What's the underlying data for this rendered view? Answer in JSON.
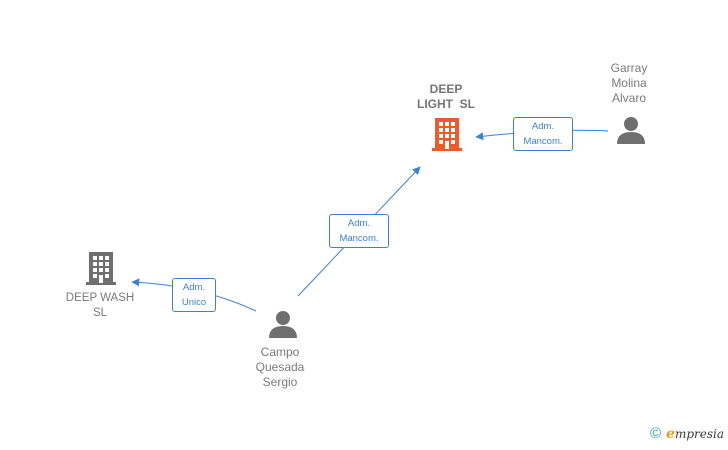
{
  "nodes": {
    "deep_light": {
      "label_lines": [
        "DEEP",
        "LIGHT  SL"
      ],
      "icon": "building-icon",
      "color": "#f05a28"
    },
    "garray": {
      "label_lines": [
        "Garray",
        "Molina",
        "Alvaro"
      ],
      "icon": "person-icon",
      "color": "#6f6f6f"
    },
    "deep_wash": {
      "label_lines": [
        "DEEP WASH",
        "SL"
      ],
      "icon": "building-icon",
      "color": "#6f6f6f"
    },
    "campo": {
      "label_lines": [
        "Campo",
        "Quesada",
        "Sergio"
      ],
      "icon": "person-icon",
      "color": "#6f6f6f"
    }
  },
  "edges": {
    "garray_to_deep_light": {
      "lines": [
        "Adm.",
        "Mancom."
      ]
    },
    "campo_to_deep_light": {
      "lines": [
        "Adm.",
        "Mancom."
      ]
    },
    "campo_to_deep_wash": {
      "lines": [
        "Adm.",
        "Unico"
      ]
    }
  },
  "colors": {
    "edge": "#3b82d6",
    "accent_brand": "#f39a1a",
    "copyright": "#2a9fb4"
  },
  "brand": {
    "copyright_symbol": "©",
    "name_initial": "e",
    "name_rest": "mpresia"
  }
}
